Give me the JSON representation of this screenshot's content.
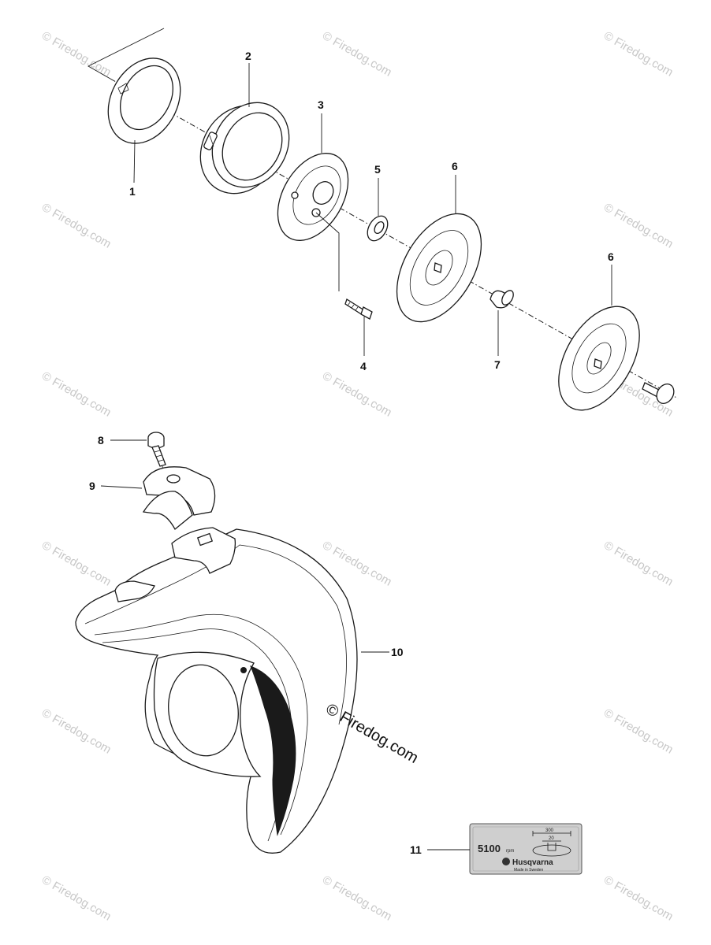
{
  "callouts": {
    "c1": "1",
    "c2": "2",
    "c3": "3",
    "c4": "4",
    "c5": "5",
    "c6a": "6",
    "c6b": "6",
    "c7": "7",
    "c8": "8",
    "c9": "9",
    "c10": "10",
    "c11": "11"
  },
  "watermark": {
    "text": "© Firedog.com",
    "large_text": "© Firedog.com"
  },
  "label_plate": {
    "rpm_value": "5100",
    "rpm_unit": "rpm",
    "dim_outer": "300",
    "dim_inner": "20",
    "brand": "Husqvarna",
    "origin": "Made in Sweden"
  },
  "colors": {
    "line": "#1a1a1a",
    "watermark": "#c8c8c8",
    "plate": "#cfcfcf"
  }
}
